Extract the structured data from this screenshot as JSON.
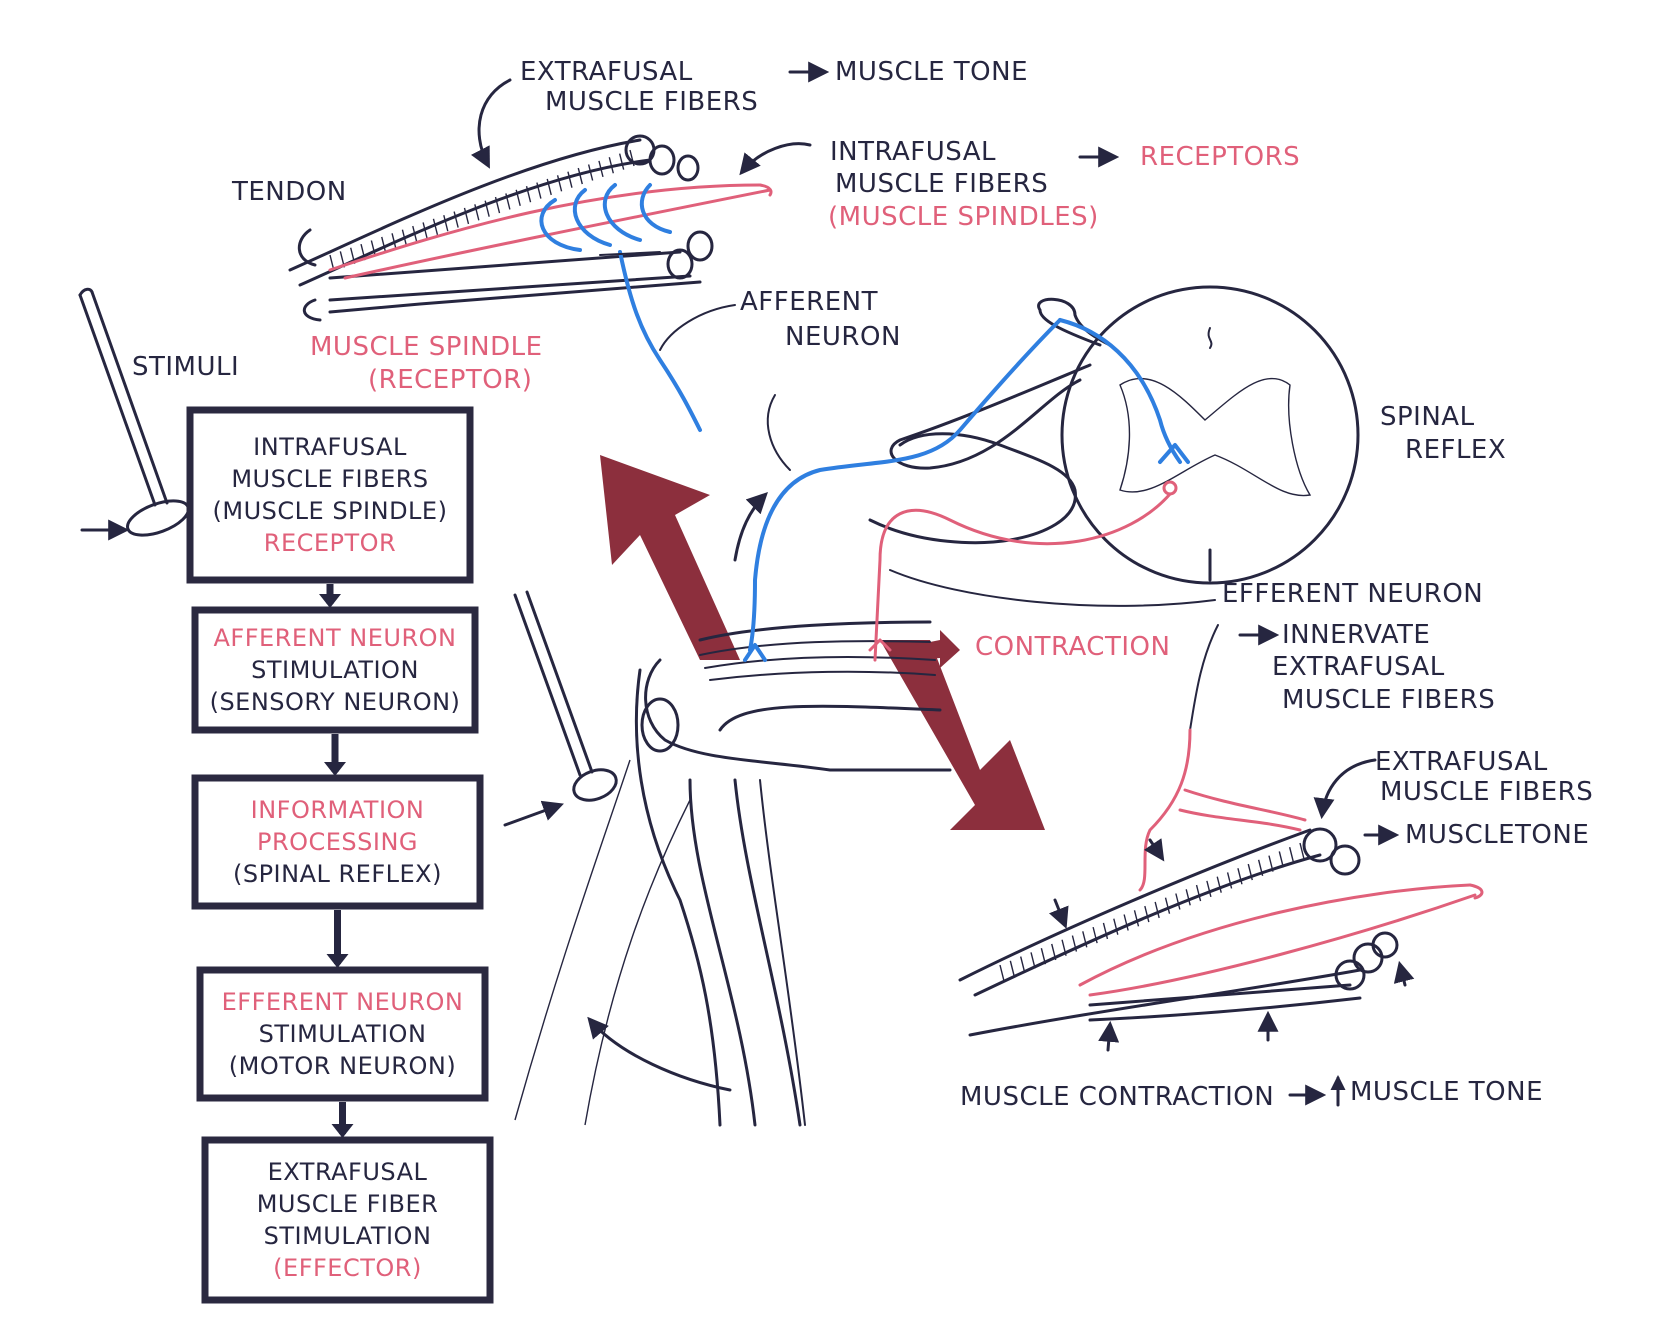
{
  "colors": {
    "ink": "#262640",
    "red_label": "#e0607a",
    "blue_nerve": "#2f7fe0",
    "big_arrow": "#8c2f3d"
  },
  "labels": {
    "extrafusal_top": [
      "EXTRAFUSAL",
      "MUSCLE FIBERS"
    ],
    "muscle_tone_top": "MUSCLE TONE",
    "intrafusal": [
      "INTRAFUSAL",
      "MUSCLE FIBERS"
    ],
    "muscle_spindles": "(MUSCLE SPINDLES)",
    "receptors": "RECEPTORS",
    "tendon": "TENDON",
    "muscle_spindle_receptor": [
      "MUSCLE SPINDLE",
      "(RECEPTOR)"
    ],
    "afferent_neuron": [
      "AFFERENT",
      "NEURON"
    ],
    "stimuli": "STIMULI",
    "spinal_reflex": [
      "SPINAL",
      "REFLEX"
    ],
    "efferent_neuron": "EFFERENT NEURON",
    "innervate": [
      "INNERVATE",
      "EXTRAFUSAL",
      "MUSCLE FIBERS"
    ],
    "contraction": "CONTRACTION",
    "extrafusal_right": [
      "EXTRAFUSAL",
      "MUSCLE FIBERS"
    ],
    "muscletone_right": "MUSCLETONE",
    "muscle_contraction": "MUSCLE CONTRACTION",
    "muscle_tone_bottom": "MUSCLE TONE"
  },
  "flowchart": [
    {
      "lines": [
        {
          "text": "INTRAFUSAL",
          "red": false
        },
        {
          "text": "MUSCLE FIBERS",
          "red": false
        },
        {
          "text": "(MUSCLE SPINDLE)",
          "red": false
        },
        {
          "text": "RECEPTOR",
          "red": true
        }
      ]
    },
    {
      "lines": [
        {
          "text": "AFFERENT NEURON",
          "red": true
        },
        {
          "text": "STIMULATION",
          "red": false
        },
        {
          "text": "(SENSORY NEURON)",
          "red": false
        }
      ]
    },
    {
      "lines": [
        {
          "text": "INFORMATION",
          "red": true
        },
        {
          "text": "PROCESSING",
          "red": true
        },
        {
          "text": "(SPINAL REFLEX)",
          "red": false
        }
      ]
    },
    {
      "lines": [
        {
          "text": "EFFERENT NEURON",
          "red": true
        },
        {
          "text": "STIMULATION",
          "red": false
        },
        {
          "text": "(MOTOR NEURON)",
          "red": false
        }
      ]
    },
    {
      "lines": [
        {
          "text": "EXTRAFUSAL",
          "red": false
        },
        {
          "text": "MUSCLE FIBER",
          "red": false
        },
        {
          "text": "STIMULATION",
          "red": false
        },
        {
          "text": "(EFFECTOR)",
          "red": true
        }
      ]
    }
  ]
}
